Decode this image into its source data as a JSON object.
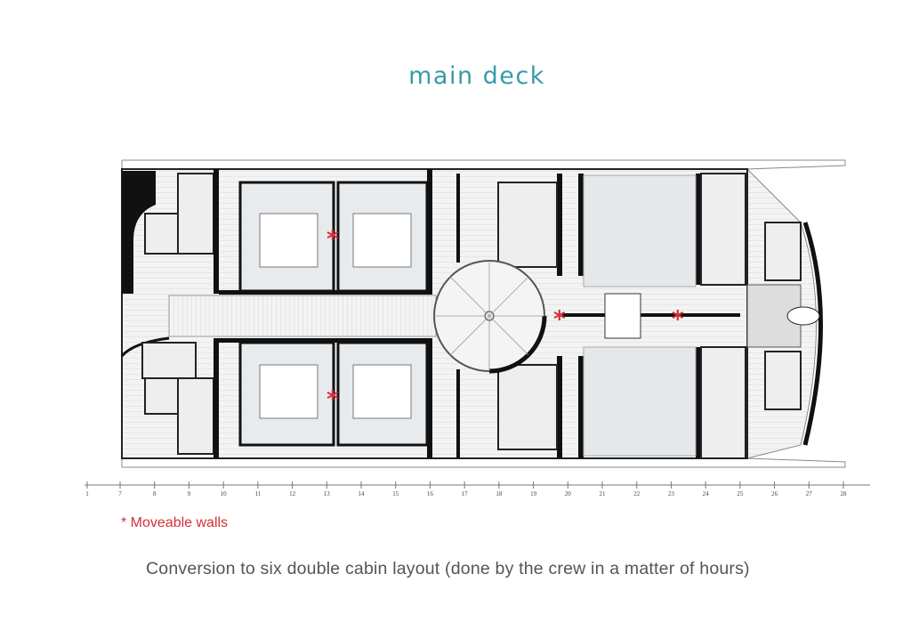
{
  "title": "main deck",
  "legend": "* Moveable walls",
  "caption": "Conversion to six double cabin layout (done by the crew in a matter of hours)",
  "scale_labels": [
    "1",
    "7",
    "8",
    "9",
    "10",
    "11",
    "12",
    "13",
    "14",
    "15",
    "16",
    "17",
    "18",
    "19",
    "20",
    "21",
    "22",
    "23",
    "24",
    "25",
    "26",
    "27",
    "28"
  ],
  "colors": {
    "title": "#3a9aa8",
    "moveable_wall": "#d4303a",
    "wall": "#111111",
    "floor": "#e8ebed"
  }
}
